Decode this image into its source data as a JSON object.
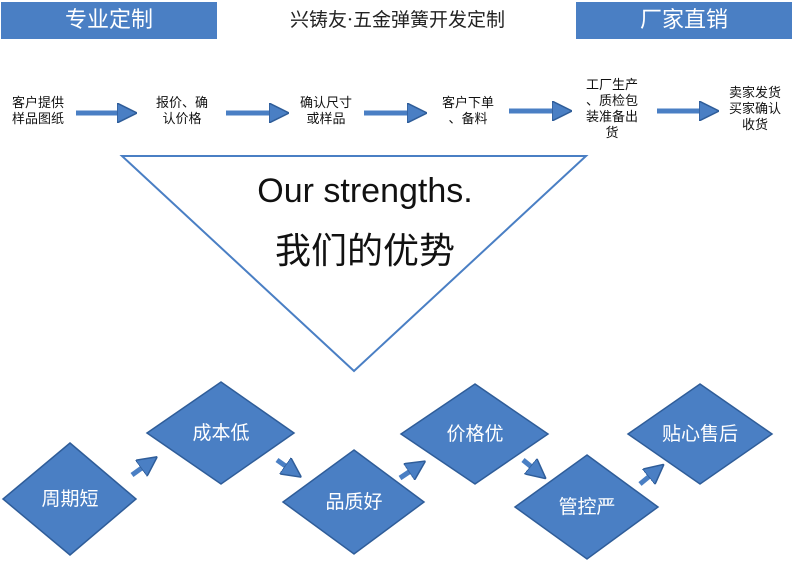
{
  "header": {
    "left_banner": "专业定制",
    "title": "兴铸友·五金弹簧开发定制",
    "right_banner": "厂家直销"
  },
  "process_steps": [
    "客户提供\n样品图纸",
    "报价、确\n认价格",
    "确认尺寸\n或样品",
    "客户下单\n、备料",
    "工厂生产\n、质检包\n装准备出\n货",
    "卖家发货\n买家确认\n收货"
  ],
  "strengths": {
    "english": "Our strengths.",
    "chinese": "我们的优势"
  },
  "advantages": [
    "周期短",
    "成本低",
    "品质好",
    "价格优",
    "管控严",
    "贴心售后"
  ],
  "colors": {
    "banner": "#4a7fc4",
    "diamond_fill": "#4a7fc4",
    "diamond_stroke": "#2f5d99",
    "arrow": "#4a7fc4",
    "triangle_stroke": "#4a7fc4"
  }
}
